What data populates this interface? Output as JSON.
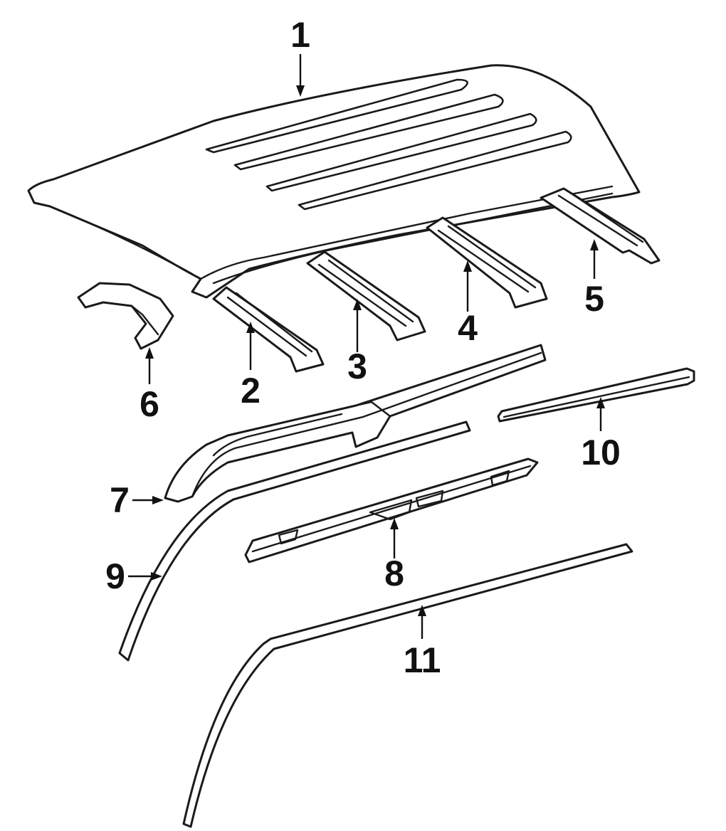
{
  "diagram": {
    "callouts": [
      {
        "id": "1",
        "label": "1"
      },
      {
        "id": "2",
        "label": "2"
      },
      {
        "id": "3",
        "label": "3"
      },
      {
        "id": "4",
        "label": "4"
      },
      {
        "id": "5",
        "label": "5"
      },
      {
        "id": "6",
        "label": "6"
      },
      {
        "id": "7",
        "label": "7"
      },
      {
        "id": "8",
        "label": "8"
      },
      {
        "id": "9",
        "label": "9"
      },
      {
        "id": "10",
        "label": "10"
      },
      {
        "id": "11",
        "label": "11"
      }
    ],
    "colors": {
      "line": "#1a1a1a",
      "fill": "#ffffff",
      "background": "#ffffff"
    }
  }
}
